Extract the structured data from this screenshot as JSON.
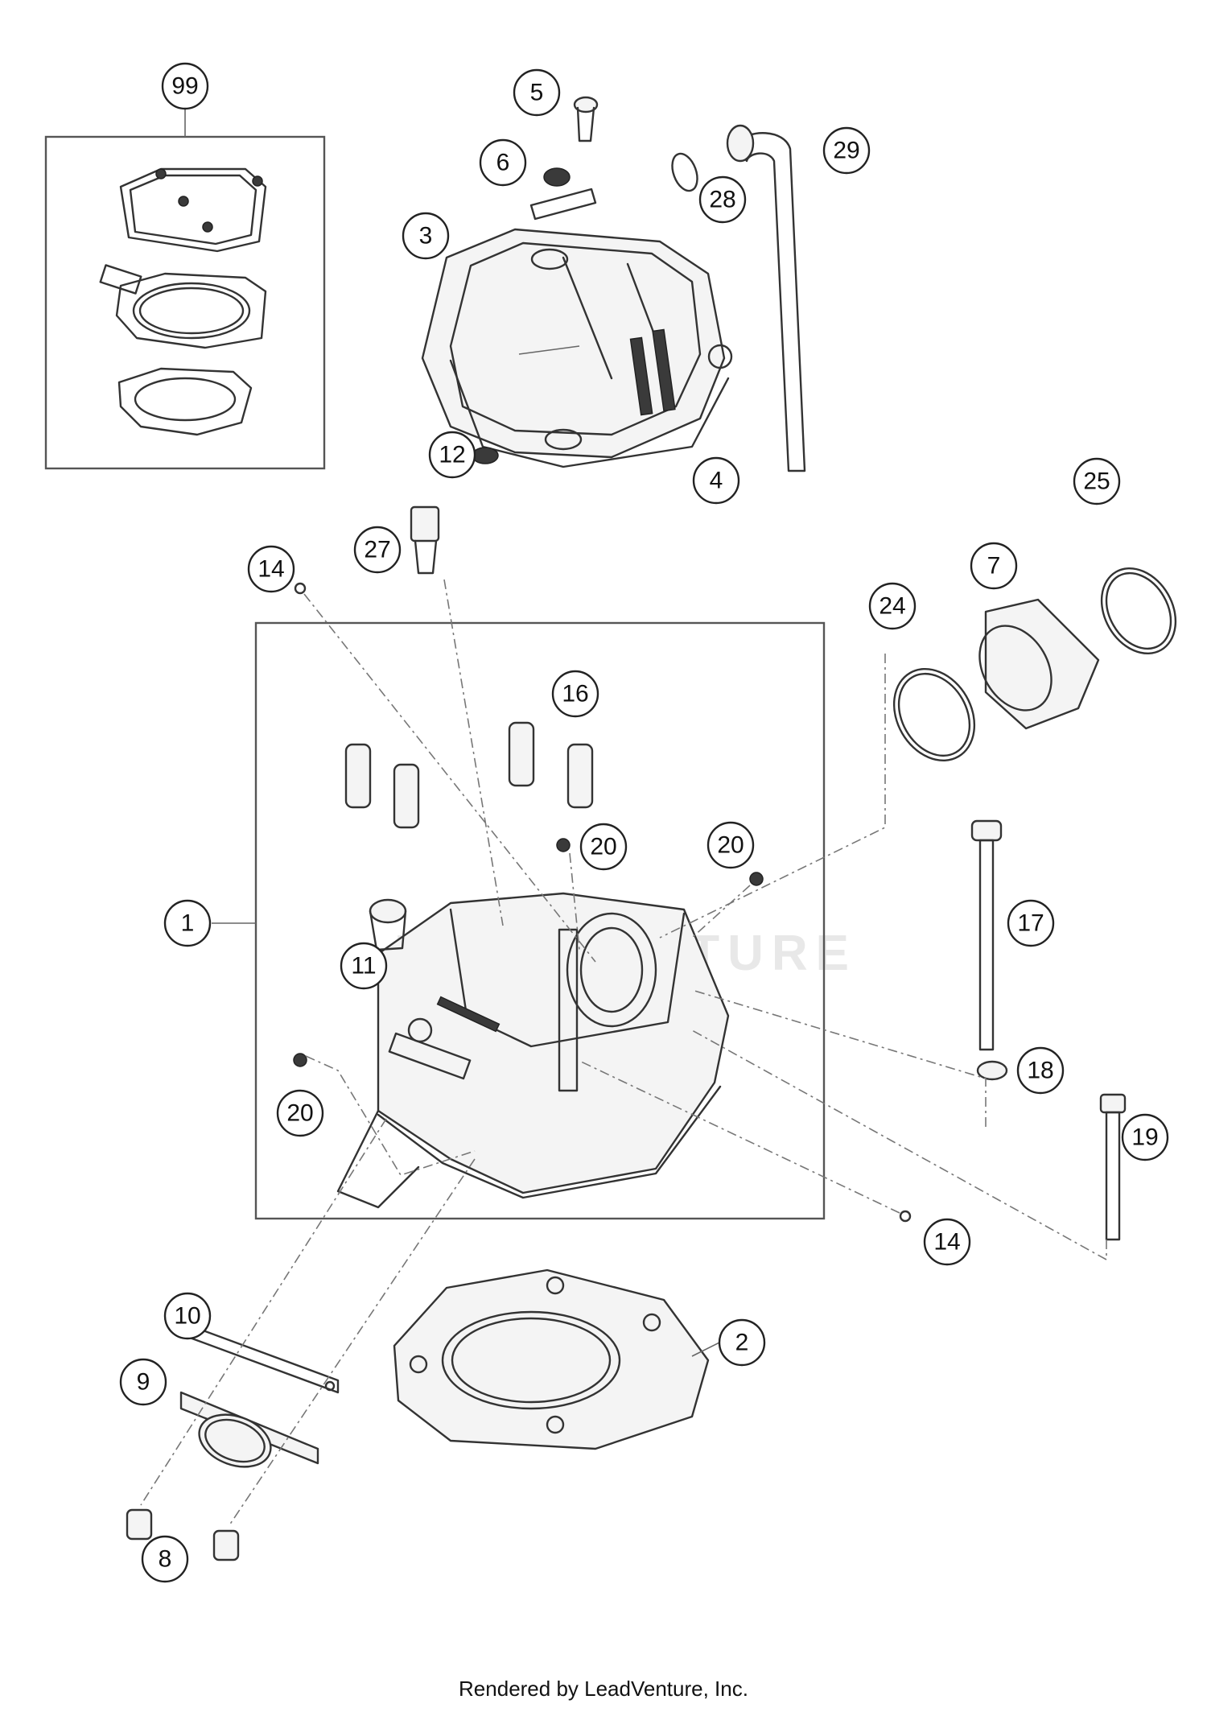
{
  "diagram": {
    "watermark": "LEADVENTURE",
    "callouts": [
      "99",
      "5",
      "6",
      "29",
      "28",
      "3",
      "12",
      "4",
      "27",
      "14",
      "25",
      "7",
      "24",
      "16",
      "20",
      "20",
      "1",
      "17",
      "11",
      "18",
      "20",
      "19",
      "14",
      "10",
      "2",
      "9",
      "8"
    ]
  },
  "footer": {
    "text": "Rendered by LeadVenture, Inc."
  }
}
